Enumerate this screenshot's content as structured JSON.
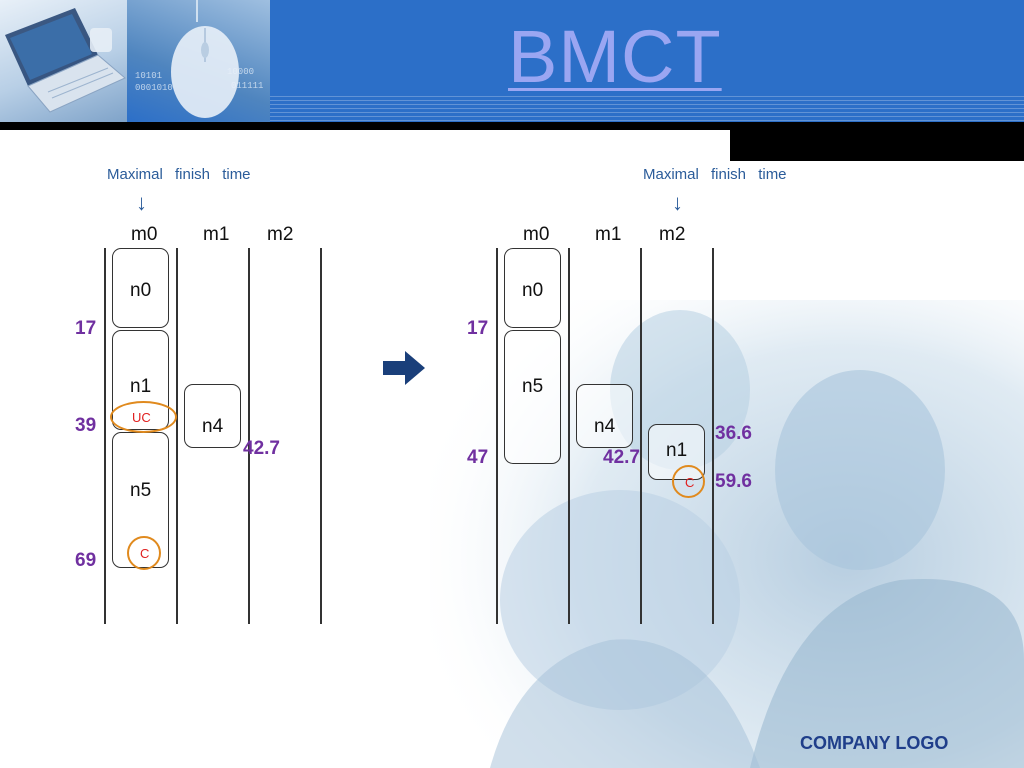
{
  "title": "BMCT",
  "logo": "COMPANY LOGO",
  "colors": {
    "header": "#2c6fc8",
    "title": "#9aa6f2",
    "values": "#7030a0",
    "highlight_ring": "#e08a1e",
    "ring_text": "#e02020",
    "arrow": "#1a3f7a"
  },
  "icons": {
    "transition": "right-arrow-icon",
    "finish_pointer": "down-arrow-icon"
  },
  "left": {
    "maximal_finish_time": "Maximal finish time",
    "machines": [
      "m0",
      "m1",
      "m2"
    ],
    "nodes": {
      "n0": "n0",
      "n1": "n1",
      "n5": "n5",
      "n4": "n4"
    },
    "times": {
      "t17": "17",
      "t39": "39",
      "t69": "69",
      "t427": "42.7"
    },
    "uc_mark": "UC",
    "c_mark": "C"
  },
  "right": {
    "maximal_finish_time": "Maximal finish time",
    "machines": [
      "m0",
      "m1",
      "m2"
    ],
    "nodes": {
      "n0": "n0",
      "n5": "n5",
      "n4": "n4",
      "n1": "n1"
    },
    "times": {
      "t17": "17",
      "t47": "47",
      "t427": "42.7",
      "t366": "36.6",
      "t596": "59.6"
    },
    "c_mark": "C"
  }
}
